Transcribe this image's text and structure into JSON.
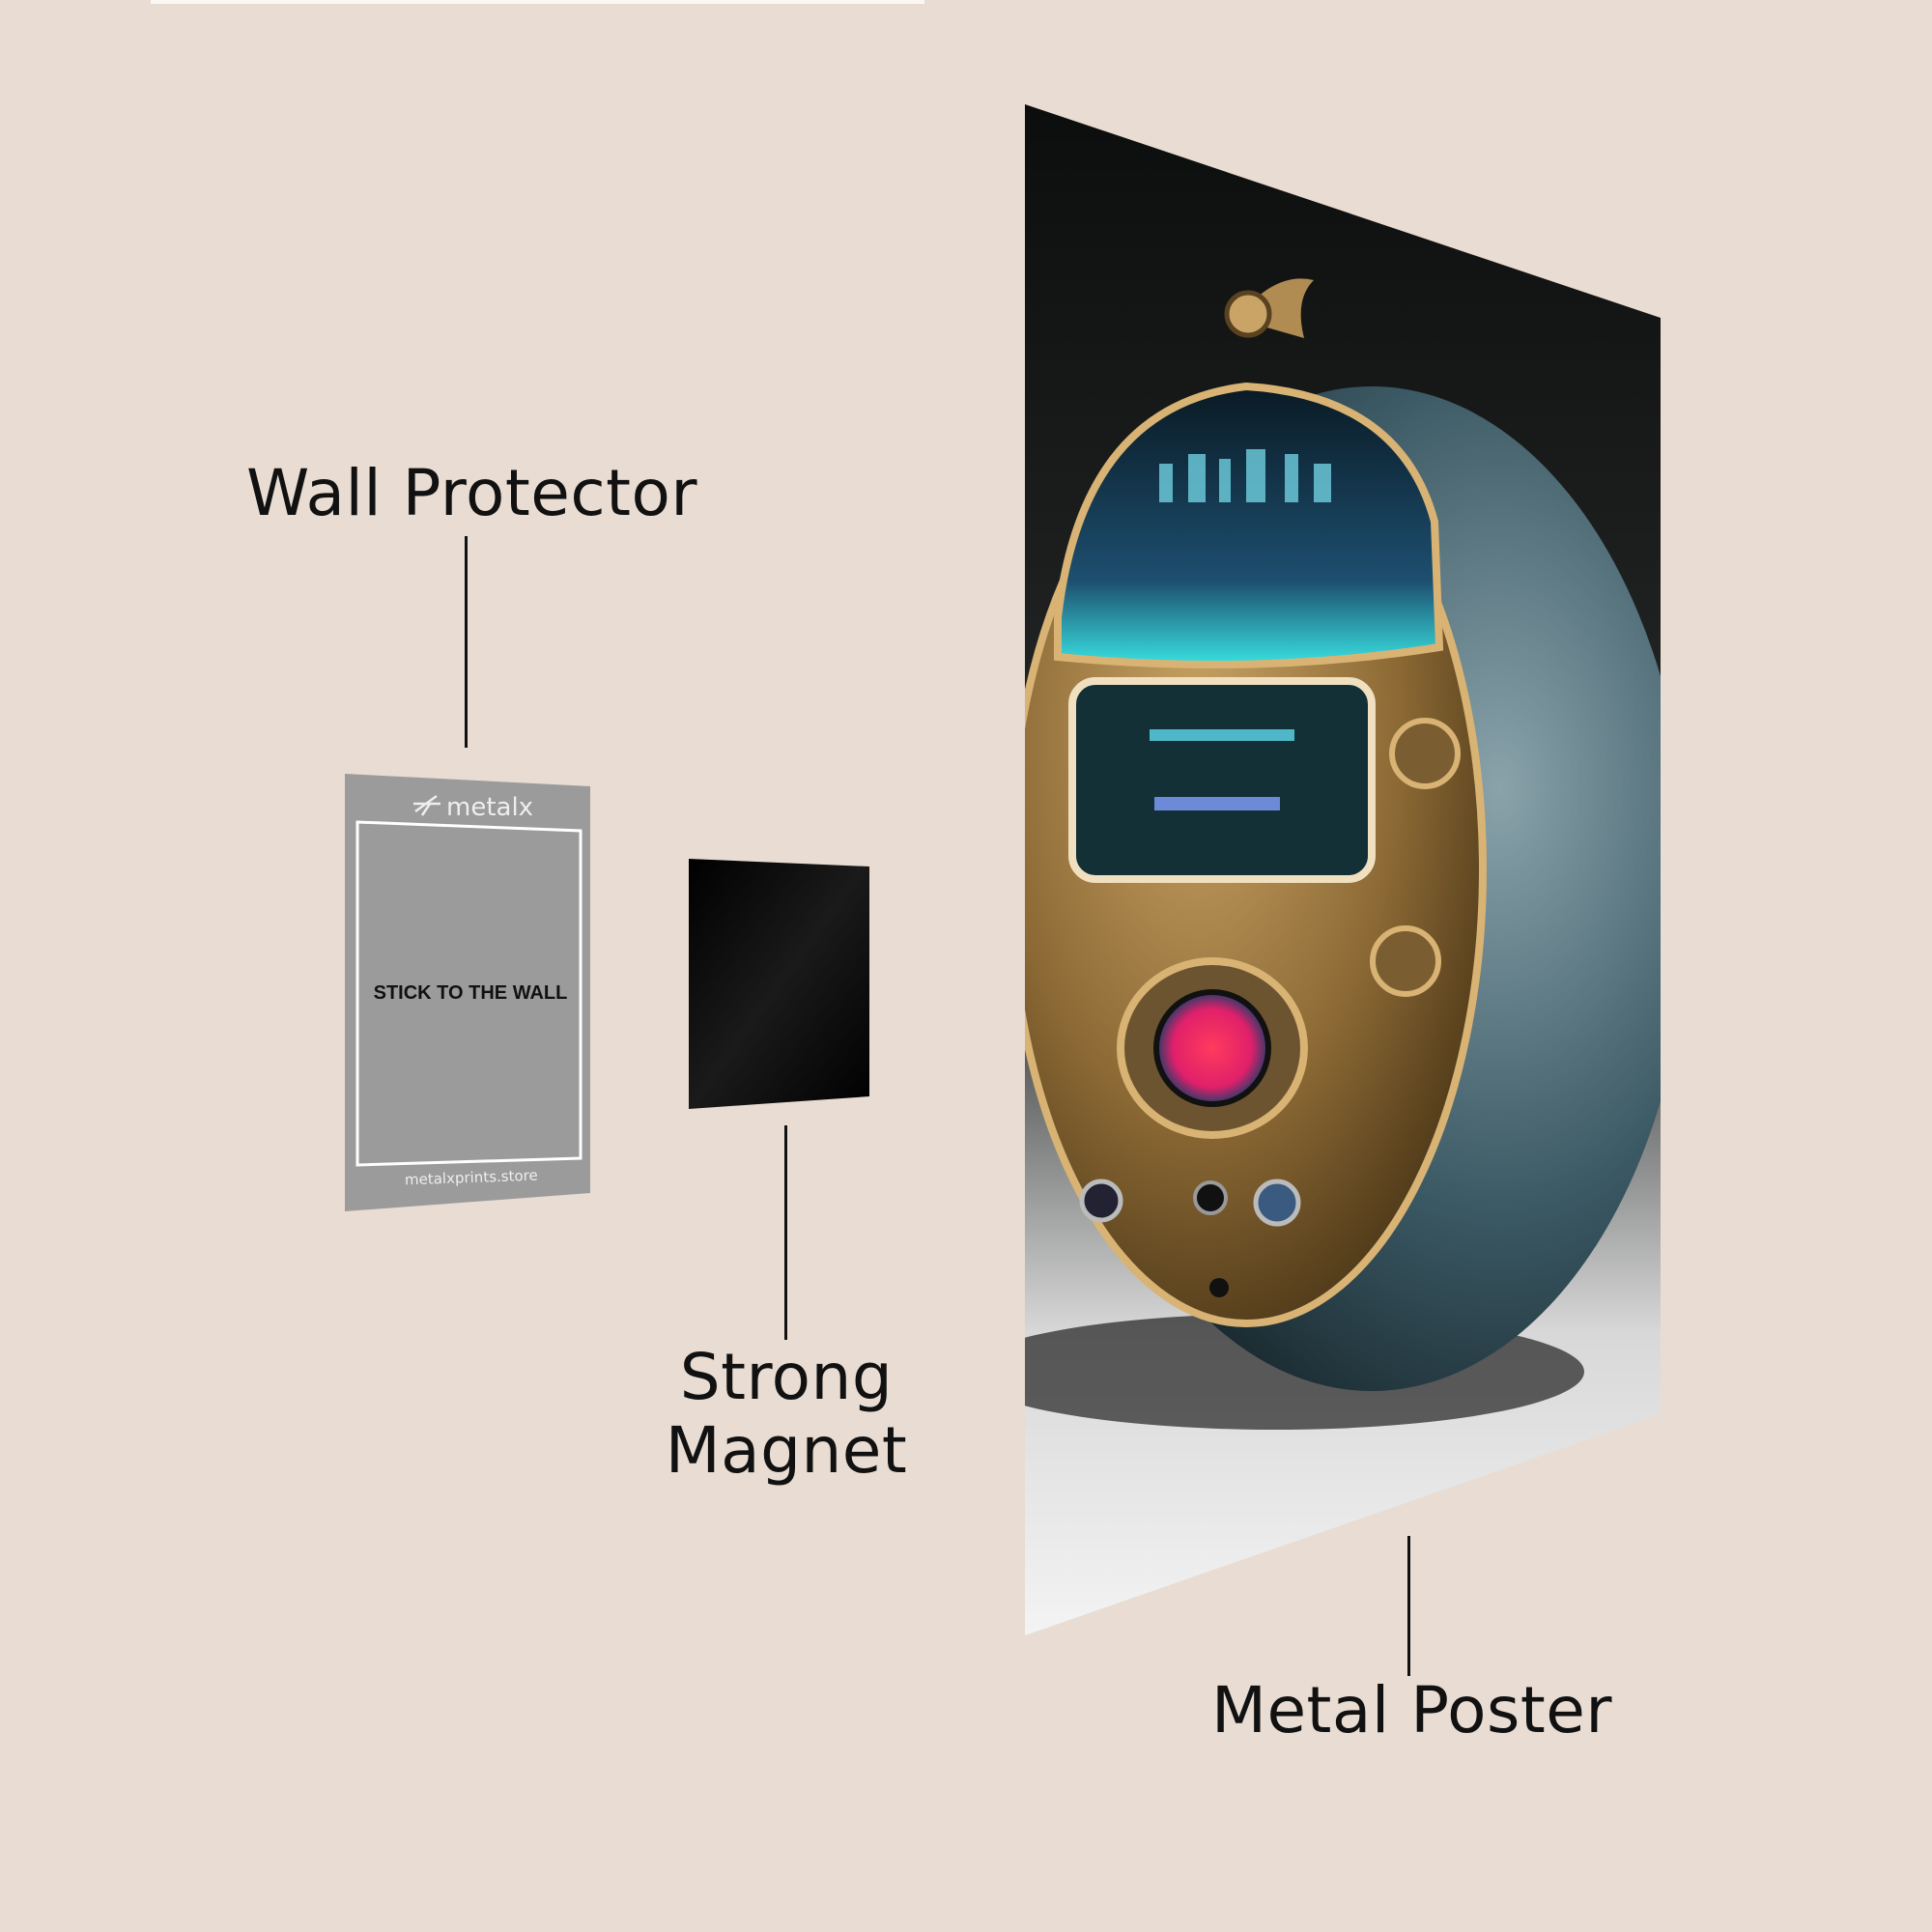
{
  "labels": {
    "wall_protector": "Wall Protector",
    "strong_magnet_line1": "Strong",
    "strong_magnet_line2": "Magnet",
    "metal_poster": "Metal Poster"
  },
  "wall_protector": {
    "logo": "metalx",
    "instruction": "STICK TO THE WALL",
    "website": "metalxprints.store"
  },
  "colors": {
    "background": "#e8dcd3",
    "protector": "#9a9a9a",
    "magnet": "#050505",
    "gold": "#a8844a",
    "teal": "#3a5560"
  }
}
